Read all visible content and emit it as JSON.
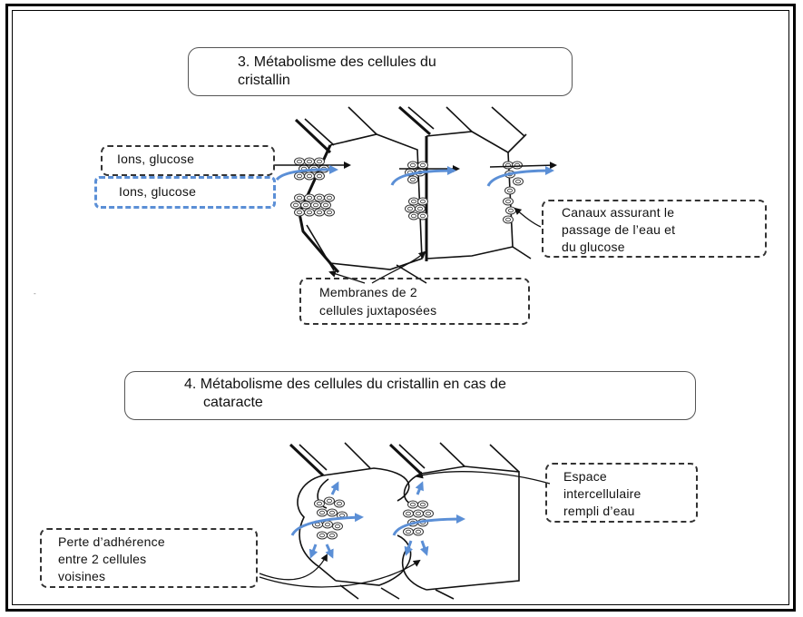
{
  "section3": {
    "title_line1": "3. Métabolisme des cellules du",
    "title_line2": "cristallin",
    "label_ions_black": "Ions, glucose",
    "label_ions_blue": "Ions, glucose",
    "label_canaux": [
      "Canaux assurant le",
      "passage de l’eau et",
      "du glucose"
    ],
    "label_membranes": [
      "Membranes de 2",
      "cellules juxtaposées"
    ]
  },
  "section4": {
    "title_line1": "4.  Métabolisme des cellules du cristallin en cas de",
    "title_line2": "cataracte",
    "label_espace": [
      "Espace",
      "intercellulaire",
      "rempli d’eau"
    ],
    "label_perte": [
      "Perte d’adhérence",
      "entre 2 cellules",
      "voisines"
    ]
  },
  "colors": {
    "accent_blue": "#5b8fd6",
    "line": "#111111",
    "dash": "#333333"
  },
  "stray_mark": "-"
}
